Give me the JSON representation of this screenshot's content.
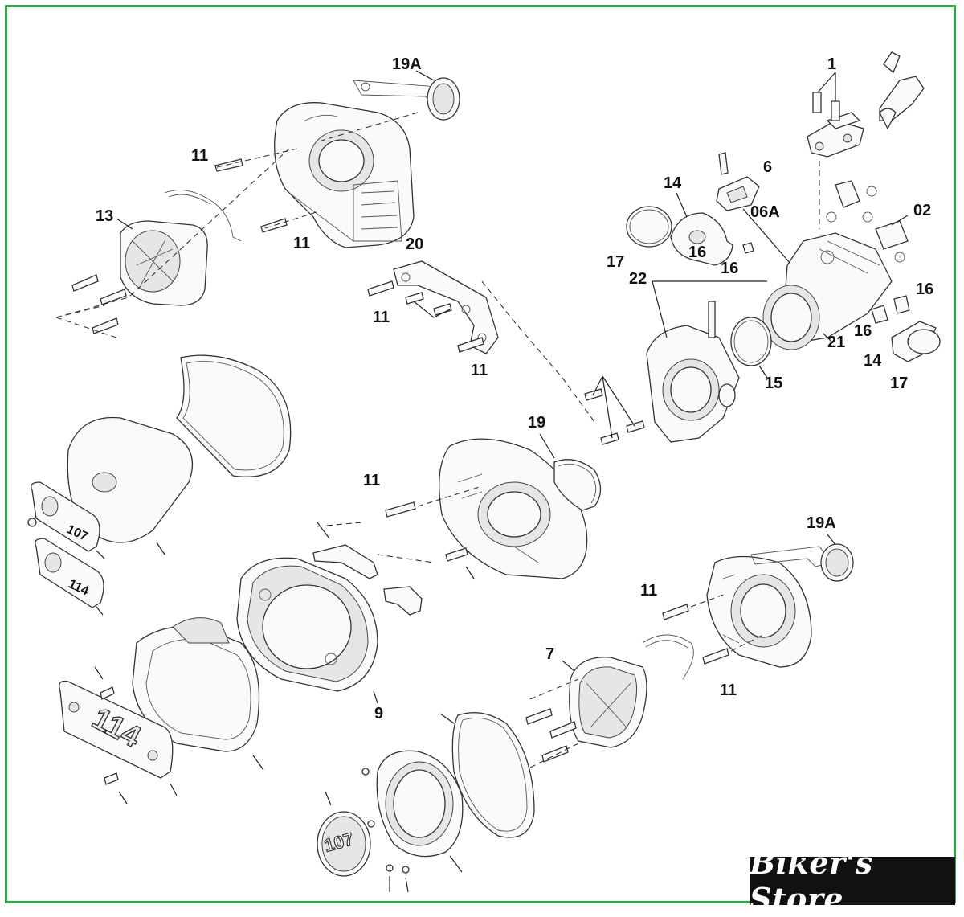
{
  "colors": {
    "frame_border": "#2fa845",
    "badge_bg": "#111111",
    "badge_text": "#ffffff"
  },
  "store_name": "Biker's Store",
  "badges": {
    "top_114": "114",
    "top_107": "107",
    "large_114": "114",
    "round_107": "107"
  },
  "labels": {
    "l_19a_top": "19A",
    "l_1": "1",
    "l_11_a": "11",
    "l_13": "13",
    "l_11_b": "11",
    "l_6": "6",
    "l_14_a": "14",
    "l_06a": "06A",
    "l_02": "02",
    "l_17_a": "17",
    "l_16_a": "16",
    "l_16_b": "16",
    "l_20": "20",
    "l_22": "22",
    "l_16_c": "16",
    "l_11_c": "11",
    "l_16_d": "16",
    "l_21": "21",
    "l_14_b": "14",
    "l_15": "15",
    "l_17_b": "17",
    "l_11_d": "11",
    "l_19": "19",
    "l_11_e": "11",
    "l_19a_bottom": "19A",
    "l_11_f": "11",
    "l_7": "7",
    "l_11_g": "11",
    "l_9": "9"
  }
}
